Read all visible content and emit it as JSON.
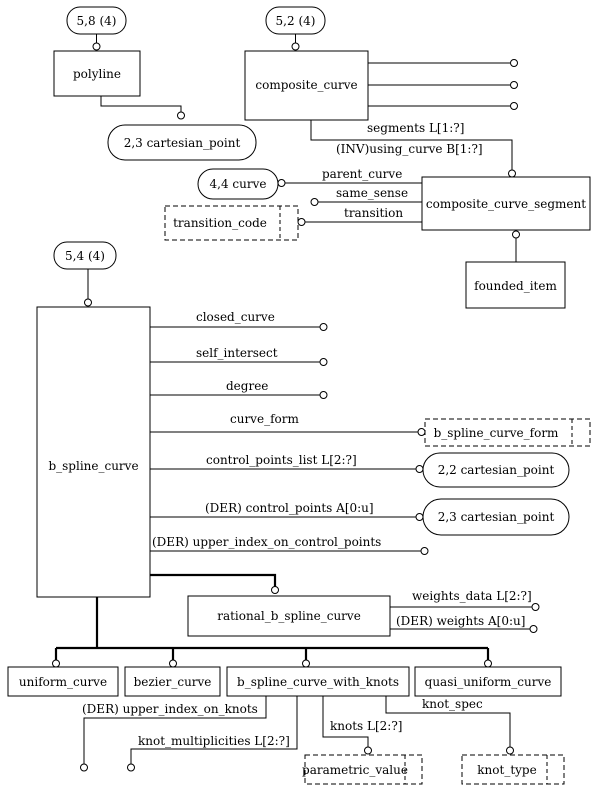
{
  "pages": {
    "polyline": "5,8 (4)",
    "composite_curve": "5,2 (4)",
    "b_spline_curve": "5,4 (4)"
  },
  "entities": {
    "polyline": "polyline",
    "composite_curve": "composite_curve",
    "composite_curve_segment": "composite_curve_segment",
    "founded_item": "founded_item",
    "b_spline_curve": "b_spline_curve",
    "rational_b_spline_curve": "rational_b_spline_curve",
    "uniform_curve": "uniform_curve",
    "bezier_curve": "bezier_curve",
    "b_spline_curve_with_knots": "b_spline_curve_with_knots",
    "quasi_uniform_curve": "quasi_uniform_curve"
  },
  "types": {
    "transition_code": "transition_code",
    "b_spline_curve_form": "b_spline_curve_form",
    "parametric_value": "parametric_value",
    "knot_type": "knot_type"
  },
  "references": {
    "cartesian_point_polyline": "2,3 cartesian_point",
    "curve": "4,4 curve",
    "cartesian_point_control_list": "2,2 cartesian_point",
    "cartesian_point_control": "2,3 cartesian_point"
  },
  "attributes": {
    "segments": "segments L[1:?]",
    "using_curve": "(INV)using_curve B[1:?]",
    "parent_curve": "parent_curve",
    "same_sense": "same_sense",
    "transition": "transition",
    "closed_curve": "closed_curve",
    "self_intersect": "self_intersect",
    "degree": "degree",
    "curve_form": "curve_form",
    "control_points_list": "control_points_list L[2:?]",
    "control_points": "(DER) control_points A[0:u]",
    "upper_index_on_control_points": "(DER) upper_index_on_control_points",
    "weights_data": "weights_data L[2:?]",
    "weights": "(DER) weights A[0:u]",
    "upper_index_on_knots": "(DER) upper_index_on_knots",
    "knot_multiplicities": "knot_multiplicities L[2:?]",
    "knots": "knots L[2:?]",
    "knot_spec": "knot_spec"
  }
}
